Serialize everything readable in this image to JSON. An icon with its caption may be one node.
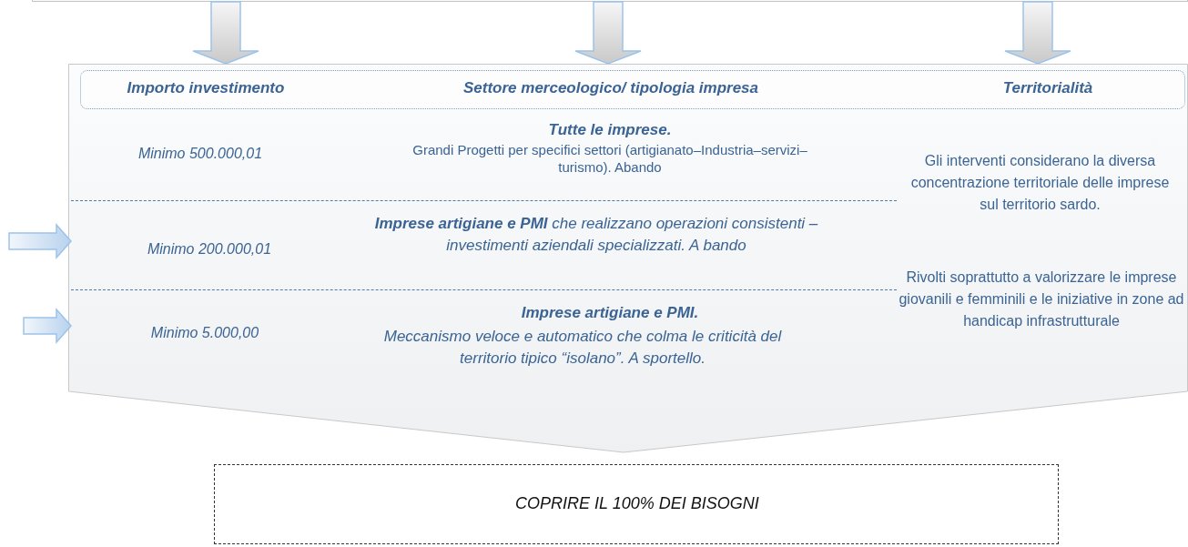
{
  "diagram": {
    "nodes": [
      {
        "text": [],
        "shape": "box"
      },
      {
        "text": [],
        "shape": "pentagon"
      },
      {
        "text": [
          "Importo investimento",
          "Settore merceologico/ tipologia impresa",
          "Territorialità"
        ],
        "in": 1
      },
      {
        "text": [
          "Minimo 500.000,01",
          "Tutte le imprese.",
          "Grandi Progetti per specifici settori (artigianato–Industria–servizi–turismo). Abando"
        ],
        "in": 1
      },
      {
        "text": [
          "Minimo 200.000,01",
          "**Imprese artigiane e PMI** che realizzano operazioni consistenti – investimenti aziendali specializzati. A bando"
        ],
        "in": 1
      },
      {
        "text": [
          "Minimo 5.000,00",
          "Imprese artigiane e PMI.",
          "Meccanismo veloce e automatico che colma le criticità del territorio tipico “isolano”. A sportello."
        ],
        "in": 1
      },
      {
        "text": [
          "Gli interventi considerano la diversa concentrazione territoriale delle imprese sul territorio sardo.",
          "Rivolti soprattutto a valorizzare le imprese giovanili e femminili e le iniziative in zone ad handicap infrastrutturale"
        ],
        "in": 1
      },
      {
        "text": [
          "COPRIRE IL 100% DEI BISOGNI"
        ]
      }
    ],
    "edges": [
      {
        "from": 0,
        "to": 1,
        "arrow": "to"
      },
      {
        "from": 0,
        "to": 1,
        "arrow": "to"
      },
      {
        "from": 0,
        "to": 1,
        "arrow": "to"
      },
      {
        "from": null,
        "to": 4,
        "arrow": "to"
      },
      {
        "from": null,
        "to": 5,
        "arrow": "to"
      }
    ]
  }
}
